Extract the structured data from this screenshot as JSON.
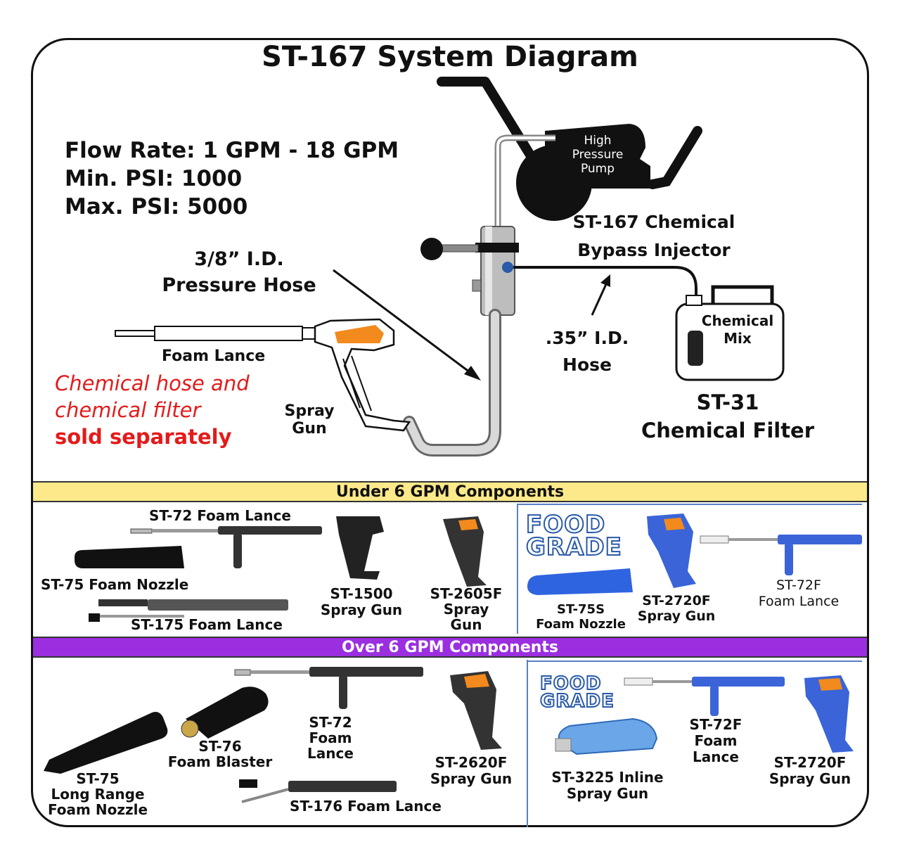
{
  "diagram": {
    "title": "ST-167 System Diagram",
    "specs": [
      "Flow Rate: 1 GPM - 18 GPM",
      "Min. PSI: 1000",
      "Max. PSI: 5000"
    ],
    "pump_label": [
      "High",
      "Pressure",
      "Pump"
    ],
    "injector_label": [
      "ST-167 Chemical",
      "Bypass Injector"
    ],
    "pressure_hose_label": [
      "3/8” I.D.",
      "Pressure Hose"
    ],
    "chem_hose_label": [
      ".35” I.D.",
      "Hose"
    ],
    "chem_mix_label": [
      "Chemical",
      "Mix"
    ],
    "filter_label": [
      "ST-31",
      "Chemical Filter"
    ],
    "foam_lance_label": "Foam Lance",
    "spray_gun_label": [
      "Spray",
      "Gun"
    ],
    "note_italic": [
      "Chemical hose and",
      "chemical filter"
    ],
    "note_bold": "sold separately"
  },
  "under6": {
    "heading": "Under 6 GPM Components",
    "items": {
      "st72": "ST-72 Foam Lance",
      "st75": "ST-75 Foam Nozzle",
      "st175": "ST-175 Foam Lance",
      "st1500": [
        "ST-1500",
        "Spray Gun"
      ],
      "st2605f": [
        "ST-2605F",
        "Spray",
        "Gun"
      ],
      "st75s": [
        "ST-75S",
        "Foam Nozzle"
      ],
      "st2720f": [
        "ST-2720F",
        "Spray Gun"
      ],
      "st72f": [
        "ST-72F",
        "Foam Lance"
      ]
    },
    "food_grade": [
      "FOOD",
      "GRADE"
    ]
  },
  "over6": {
    "heading": "Over 6 GPM Components",
    "items": {
      "st75lr": [
        "ST-75",
        "Long Range",
        "Foam Nozzle"
      ],
      "st76": [
        "ST-76",
        "Foam Blaster"
      ],
      "st72": [
        "ST-72",
        "Foam",
        "Lance"
      ],
      "st176": "ST-176 Foam Lance",
      "st2620f": [
        "ST-2620F",
        "Spray Gun"
      ],
      "st3225": [
        "ST-3225 Inline",
        "Spray Gun"
      ],
      "st72f": [
        "ST-72F",
        "Foam",
        "Lance"
      ],
      "st2720f": [
        "ST-2720F",
        "Spray Gun"
      ]
    },
    "food_grade": [
      "FOOD",
      "GRADE"
    ]
  },
  "colors": {
    "accent_orange": "#f28a1e",
    "note_red": "#e31b1b",
    "band_yellow": "#fde98a",
    "band_purple": "#9b2fe0",
    "food_blue": "#3a64d8"
  }
}
